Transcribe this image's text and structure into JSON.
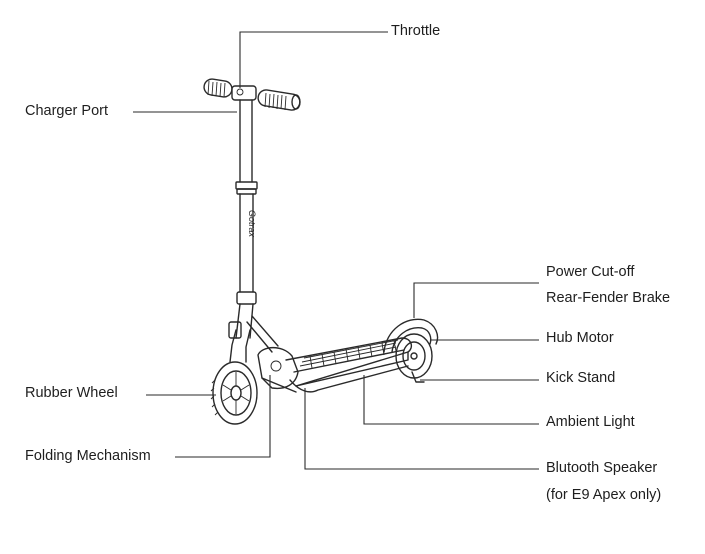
{
  "labels": {
    "throttle": "Throttle",
    "charger_port": "Charger Port",
    "power_cutoff": "Power Cut-off",
    "rear_fender_brake": "Rear-Fender Brake",
    "hub_motor": "Hub Motor",
    "kick_stand": "Kick Stand",
    "rubber_wheel": "Rubber Wheel",
    "ambient_light": "Ambient Light",
    "folding_mechanism": "Folding Mechanism",
    "bluetooth_speaker": "Blutooth Speaker",
    "bluetooth_speaker_note": "(for E9 Apex only)"
  },
  "stem_branding": "Gotrax"
}
